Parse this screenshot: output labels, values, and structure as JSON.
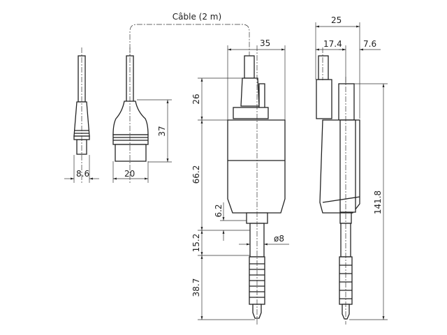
{
  "title": "Câble (2 m)",
  "dimensions": {
    "small_connector_width": "8.6",
    "large_connector_width": "20",
    "connector_height": "37",
    "body_width": "35",
    "connector_top_height": "26",
    "body_height": "66.2",
    "neck_height": "6.2",
    "stem_height": "15.2",
    "stem_diameter": "ø8",
    "spindle_length": "38.7",
    "side_total_width": "25",
    "side_width_a": "17.4",
    "side_width_b": "7.6",
    "total_height": "141.8"
  }
}
